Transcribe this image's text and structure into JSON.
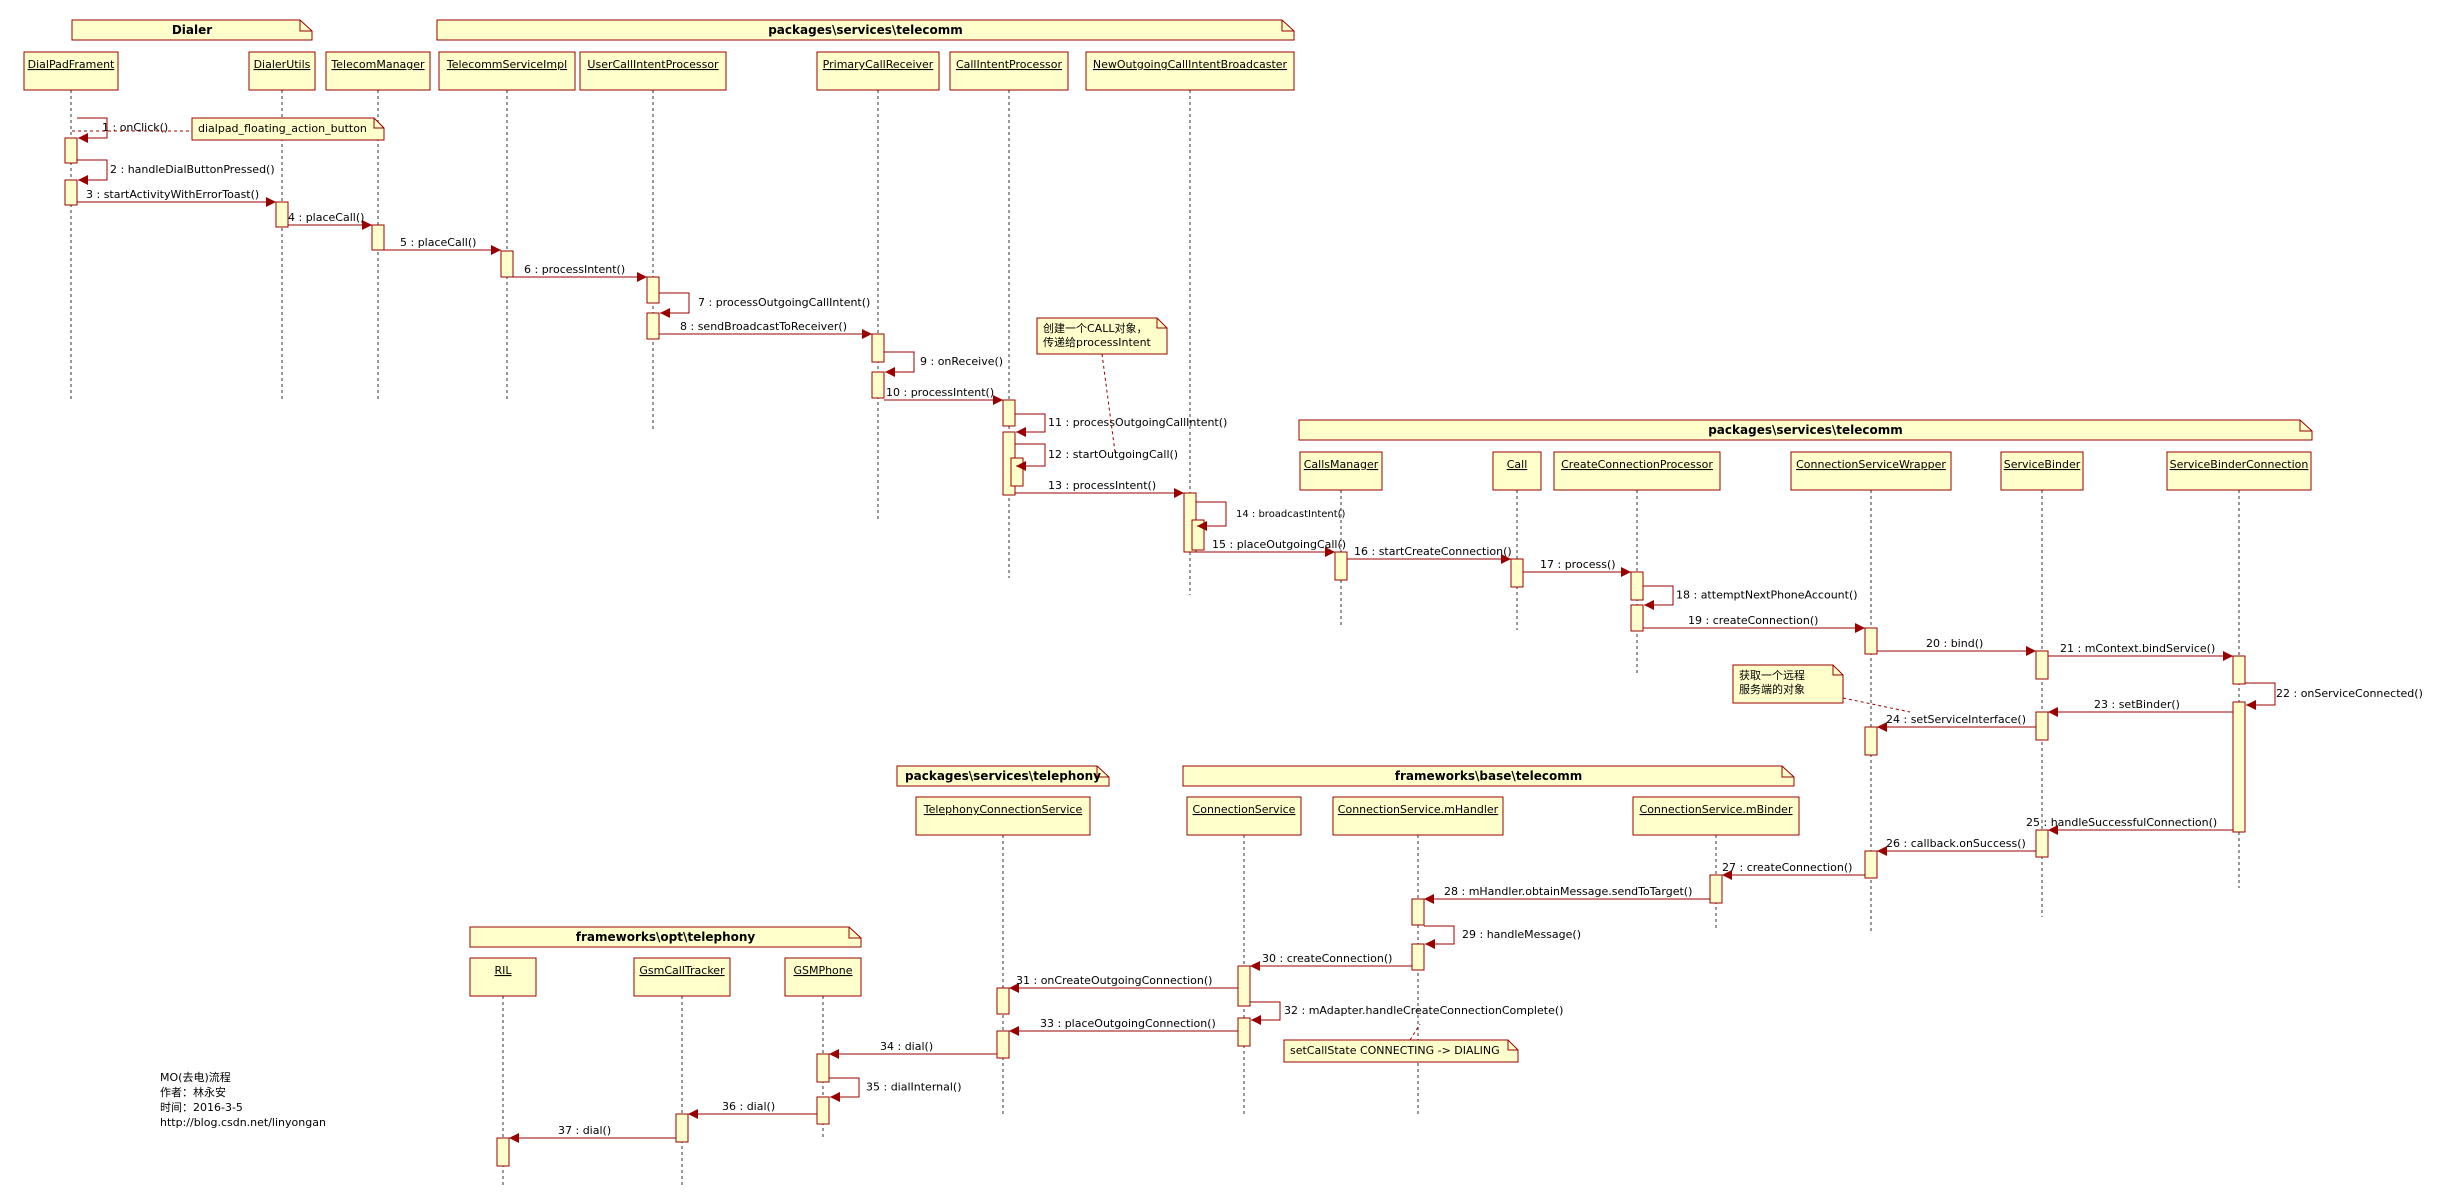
{
  "packages": [
    {
      "id": "pkg1",
      "label": "Dialer"
    },
    {
      "id": "pkg2",
      "label": "packages\\services\\telecomm"
    },
    {
      "id": "pkg3",
      "label": "packages\\services\\telecomm"
    },
    {
      "id": "pkg4",
      "label": "packages\\services\\telephony"
    },
    {
      "id": "pkg5",
      "label": "frameworks\\base\\telecomm"
    },
    {
      "id": "pkg6",
      "label": "frameworks\\opt\\telephony"
    }
  ],
  "lifelines": [
    {
      "id": "DialPadFrament",
      "label": "DialPadFrament"
    },
    {
      "id": "DialerUtils",
      "label": "DialerUtils"
    },
    {
      "id": "TelecomManager",
      "label": "TelecomManager"
    },
    {
      "id": "TelecommServiceImpl",
      "label": "TelecommServiceImpl"
    },
    {
      "id": "UserCallIntentProcessor",
      "label": "UserCallIntentProcessor"
    },
    {
      "id": "PrimaryCallReceiver",
      "label": "PrimaryCallReceiver"
    },
    {
      "id": "CallIntentProcessor",
      "label": "CallIntentProcessor"
    },
    {
      "id": "NewOutgoingCallIntentBroadcaster",
      "label": "NewOutgoingCallIntentBroadcaster"
    },
    {
      "id": "CallsManager",
      "label": "CallsManager"
    },
    {
      "id": "Call",
      "label": "Call"
    },
    {
      "id": "CreateConnectionProcessor",
      "label": "CreateConnectionProcessor"
    },
    {
      "id": "ConnectionServiceWrapper",
      "label": "ConnectionServiceWrapper"
    },
    {
      "id": "ServiceBinder",
      "label": "ServiceBinder"
    },
    {
      "id": "ServiceBinderConnection",
      "label": "ServiceBinderConnection"
    },
    {
      "id": "TelephonyConnectionService",
      "label": "TelephonyConnectionService"
    },
    {
      "id": "ConnectionService",
      "label": "ConnectionService"
    },
    {
      "id": "ConnectionService_mHandler",
      "label": "ConnectionService.mHandler"
    },
    {
      "id": "ConnectionService_mBinder",
      "label": "ConnectionService.mBinder"
    },
    {
      "id": "RIL",
      "label": "RIL"
    },
    {
      "id": "GsmCallTracker",
      "label": "GsmCallTracker"
    },
    {
      "id": "GSMPhone",
      "label": "GSMPhone"
    }
  ],
  "messages": [
    {
      "id": "m1",
      "label": "1 : onClick()"
    },
    {
      "id": "m2",
      "label": "2 : handleDialButtonPressed()"
    },
    {
      "id": "m3",
      "label": "3 : startActivityWithErrorToast()"
    },
    {
      "id": "m4",
      "label": "4 : placeCall()"
    },
    {
      "id": "m5",
      "label": "5 : placeCall()"
    },
    {
      "id": "m6",
      "label": "6 : processIntent()"
    },
    {
      "id": "m7",
      "label": "7 : processOutgoingCallIntent()"
    },
    {
      "id": "m8",
      "label": "8 : sendBroadcastToReceiver()"
    },
    {
      "id": "m9",
      "label": "9 : onReceive()"
    },
    {
      "id": "m10",
      "label": "10 : processIntent()"
    },
    {
      "id": "m11",
      "label": "11 : processOutgoingCallIntent()"
    },
    {
      "id": "m12",
      "label": "12 : startOutgoingCall()"
    },
    {
      "id": "m13",
      "label": "13 : processIntent()"
    },
    {
      "id": "m14",
      "label": "14 : broadcastIntent()"
    },
    {
      "id": "m15",
      "label": "15 : placeOutgoingCall()"
    },
    {
      "id": "m16",
      "label": "16 : startCreateConnection()"
    },
    {
      "id": "m17",
      "label": "17 : process()"
    },
    {
      "id": "m18",
      "label": "18 : attemptNextPhoneAccount()"
    },
    {
      "id": "m19",
      "label": "19 : createConnection()"
    },
    {
      "id": "m20",
      "label": "20 : bind()"
    },
    {
      "id": "m21",
      "label": "21 : mContext.bindService()"
    },
    {
      "id": "m22",
      "label": "22 : onServiceConnected()"
    },
    {
      "id": "m23",
      "label": "23 : setBinder()"
    },
    {
      "id": "m24",
      "label": "24 : setServiceInterface()"
    },
    {
      "id": "m25",
      "label": "25 : handleSuccessfulConnection()"
    },
    {
      "id": "m26",
      "label": "26 : callback.onSuccess()"
    },
    {
      "id": "m27",
      "label": "27 : createConnection()"
    },
    {
      "id": "m28",
      "label": "28 : mHandler.obtainMessage.sendToTarget()"
    },
    {
      "id": "m29",
      "label": "29 : handleMessage()"
    },
    {
      "id": "m30",
      "label": "30 : createConnection()"
    },
    {
      "id": "m31",
      "label": "31 : onCreateOutgoingConnection()"
    },
    {
      "id": "m32",
      "label": "32 : mAdapter.handleCreateConnectionComplete()"
    },
    {
      "id": "m33",
      "label": "33 : placeOutgoingConnection()"
    },
    {
      "id": "m34",
      "label": "34 : dial()"
    },
    {
      "id": "m35",
      "label": "35 : dialInternal()"
    },
    {
      "id": "m36",
      "label": "36 : dial()"
    },
    {
      "id": "m37",
      "label": "37 : dial()"
    }
  ],
  "notes": [
    {
      "id": "n1",
      "lines": [
        "dialpad_floating_action_button"
      ]
    },
    {
      "id": "n2",
      "lines": [
        "创建一个CALL对象，",
        "传递给processIntent"
      ]
    },
    {
      "id": "n3",
      "lines": [
        "获取一个远程",
        "服务端的对象"
      ]
    },
    {
      "id": "n4",
      "lines": [
        "setCallState CONNECTING -> DIALING"
      ]
    }
  ],
  "credits": {
    "title": "MO(去电)流程",
    "author": "作者：林永安",
    "date": "时间：2016-3-5",
    "url": "http://blog.csdn.net/linyongan"
  },
  "colors": {
    "box_fill": "#ffffcc",
    "box_stroke": "#990000",
    "arrow": "#990000",
    "lifeline": "#333333"
  }
}
